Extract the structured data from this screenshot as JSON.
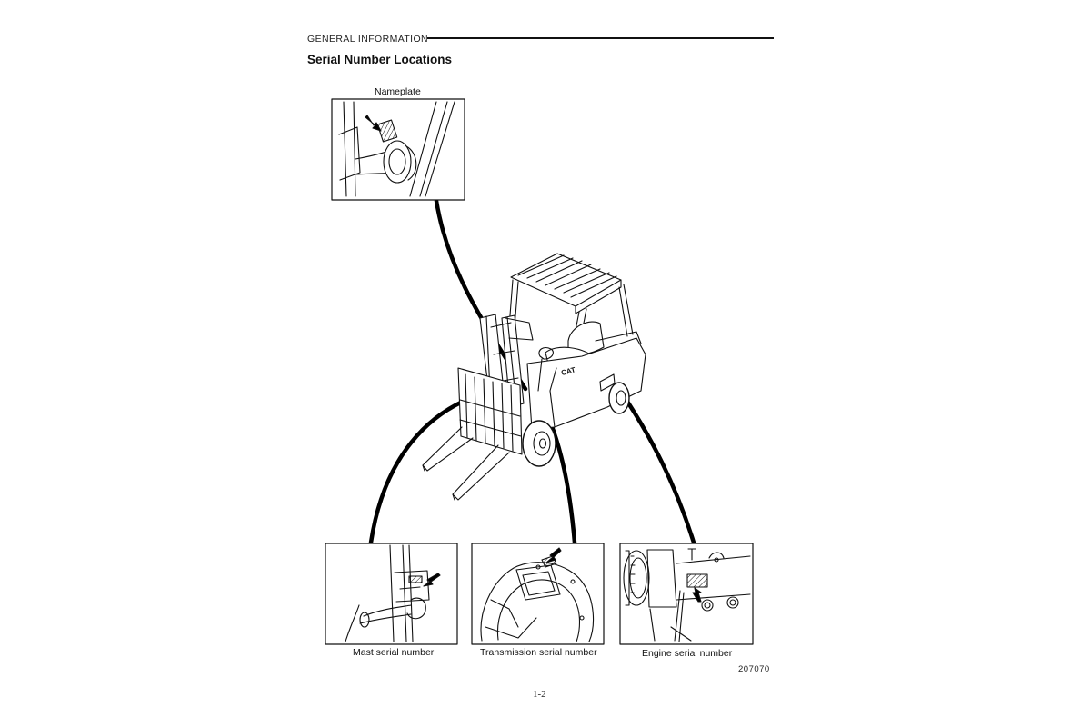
{
  "header": {
    "section": "GENERAL INFORMATION",
    "title": "Serial Number Locations"
  },
  "figure": {
    "callouts": {
      "nameplate": "Nameplate",
      "mast": "Mast serial number",
      "transmission": "Transmission serial number",
      "engine": "Engine serial number"
    },
    "figure_id": "207070",
    "truck_badge": "CAT"
  },
  "footer": {
    "page_number": "1-2"
  }
}
